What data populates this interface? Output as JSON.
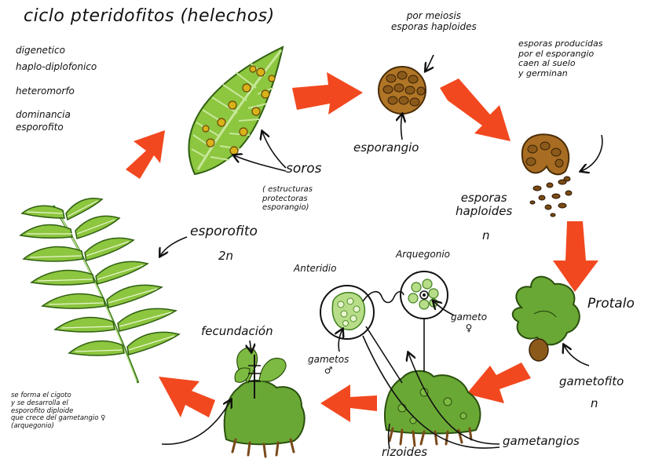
{
  "title": "ciclo pteridofitos (helechos)",
  "features": [
    "digenetico",
    "haplo-diplofonico",
    "heteromorfo",
    "dominancia",
    "esporofito"
  ],
  "labels": {
    "meiosis": "por meiosis\nesporas haploides",
    "spores_fall": "esporas producidas\npor el esporangio\ncaen al suelo\ny germinan",
    "esporangio": "esporangio",
    "soros": "soros",
    "soros_desc": "( estructuras\nprotectoras\nesporangio)",
    "haploid_spores": "esporas\nhaploides",
    "haploid_n": "n",
    "protalo": "Protalo",
    "gametofito": "gametofito",
    "gametofito_n": "n",
    "esporofito": "esporofito",
    "esporofito_2n": "2n",
    "anteridio": "Anteridio",
    "arquegonio": "Arquegonio",
    "gameto_f": "gameto\n♀",
    "gametos_m": "gametos\n♂",
    "fecundacion": "fecundación",
    "zygote_note": "se forma el cigoto\ny se desarrolla el\nesporofito diploide\nque crece del gametangio ♀\n(arquegonio)",
    "rizoides": "rizoides",
    "gametangios": "gametangios"
  },
  "colors": {
    "arrow": "#f2481f",
    "leaf_green": "#8dc63f",
    "leaf_dark": "#3f7f1d",
    "light_green": "#c7e89b",
    "sorus": "#d9b21a",
    "spore_brown": "#8b5a1b",
    "root_brown": "#7a4a1a"
  }
}
